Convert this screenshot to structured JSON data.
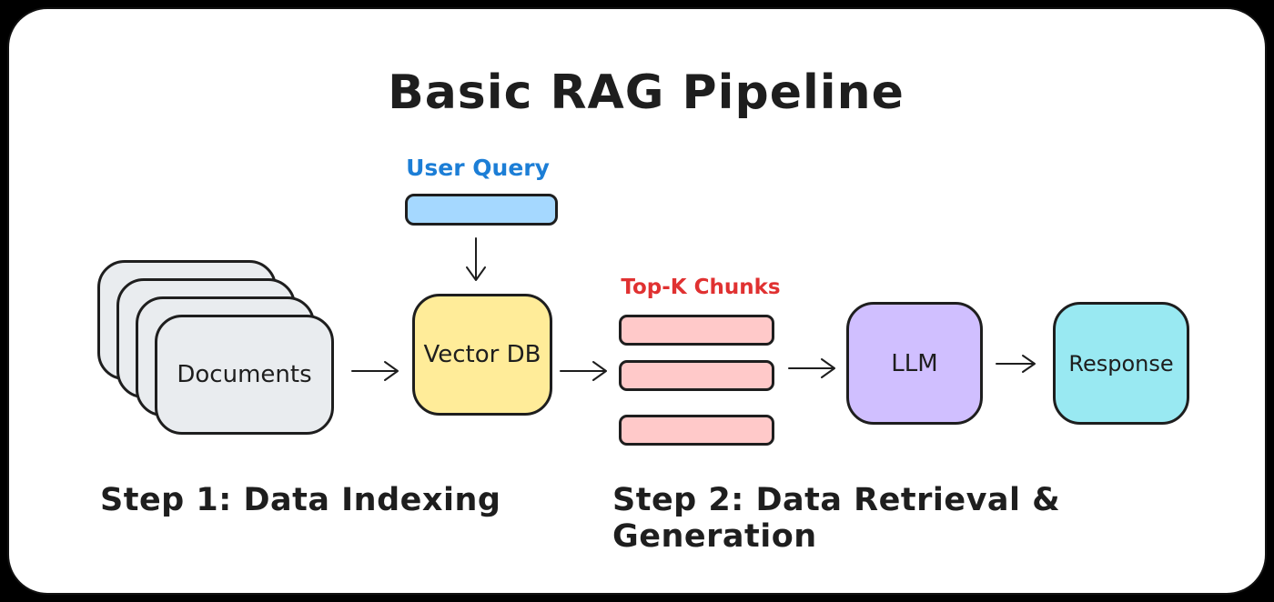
{
  "title": "Basic RAG Pipeline",
  "colors": {
    "background": "#000000",
    "surface": "#ffffff",
    "stroke": "#1e1e1e",
    "blue_text": "#1c7ed6",
    "red_text": "#e03131",
    "blue_fill": "#a5d8ff",
    "gray_fill": "#e9ecef",
    "yellow_fill": "#ffec99",
    "pink_fill": "#ffc9c9",
    "purple_fill": "#d0bfff",
    "cyan_fill": "#99e9f2"
  },
  "nodes": {
    "user_query": {
      "label": "User Query"
    },
    "documents": {
      "label": "Documents",
      "stack_count": 4
    },
    "vector_db": {
      "label": "Vector DB"
    },
    "top_k_chunks": {
      "label": "Top-K Chunks",
      "bar_count": 3
    },
    "llm": {
      "label": "LLM"
    },
    "response": {
      "label": "Response"
    }
  },
  "steps": {
    "step1": "Step 1: Data Indexing",
    "step2": "Step 2: Data Retrieval & Generation"
  },
  "edges": [
    {
      "from": "user_query",
      "to": "vector_db",
      "direction": "down"
    },
    {
      "from": "documents",
      "to": "vector_db",
      "direction": "right"
    },
    {
      "from": "vector_db",
      "to": "top_k_chunks",
      "direction": "right"
    },
    {
      "from": "top_k_chunks",
      "to": "llm",
      "direction": "right"
    },
    {
      "from": "llm",
      "to": "response",
      "direction": "right"
    }
  ]
}
